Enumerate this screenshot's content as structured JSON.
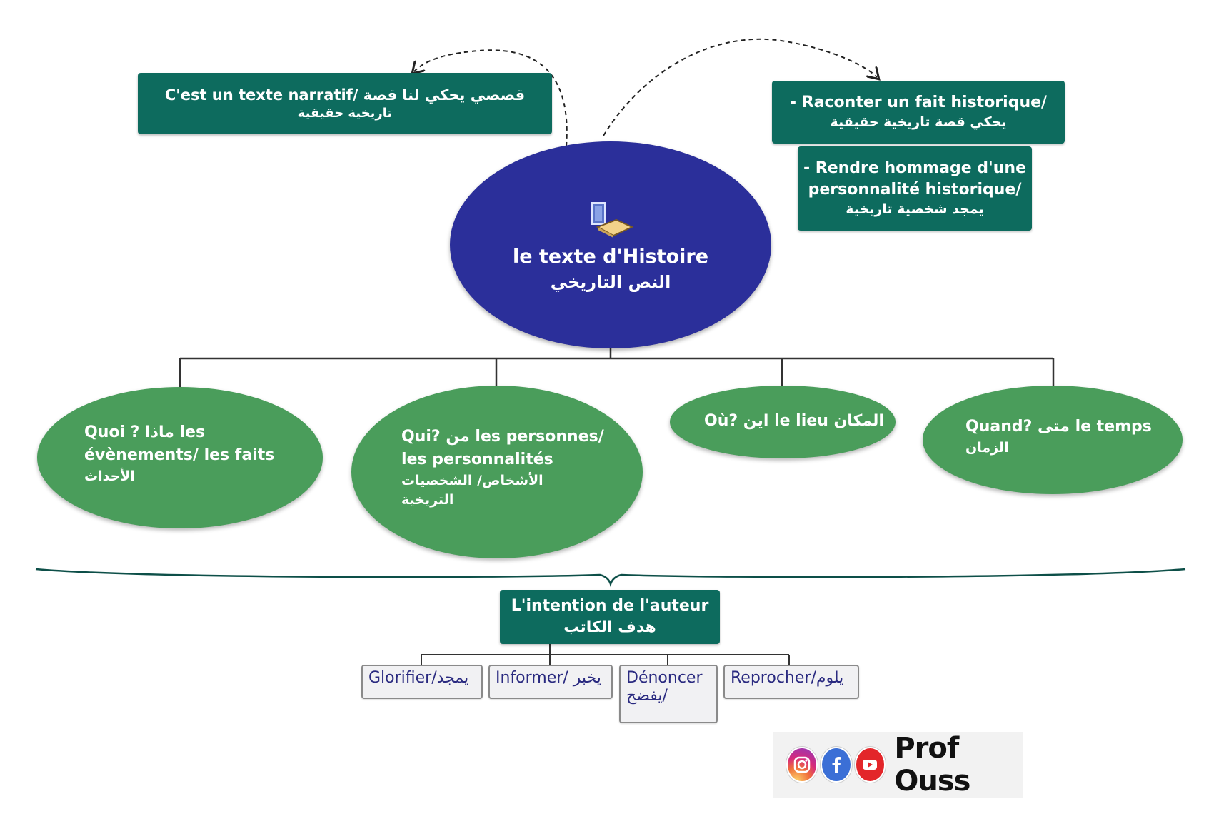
{
  "center": {
    "title": "le texte d'Histoire",
    "title_ar": "النص التاريخي"
  },
  "definition": {
    "line1": "C'est un texte narratif/  قصصي يحكي لنا قصة",
    "line2": "تاريخية حقيقية"
  },
  "goals": [
    {
      "lines": [
        "- Raconter un fait historique/",
        "يحكي قصة تاريخية حقيقية"
      ]
    },
    {
      "lines": [
        "- Rendre hommage d'une",
        "personnalité historique/",
        "يمجد شخصية تاريخية"
      ]
    }
  ],
  "questions": {
    "quoi": [
      "Quoi ? ماذا les",
      "évènements/ les faits",
      "الأحداث"
    ],
    "qui": [
      "Qui? من les personnes/",
      "les personnalités",
      "الأشخاص/ الشخصيات",
      "التريخية"
    ],
    "ou": [
      "Où?  اين le lieu المكان"
    ],
    "quand": [
      "Quand? متى le temps",
      "الزمان"
    ]
  },
  "intention": {
    "title": "L'intention de l'auteur",
    "title_ar": "هدف الكاتب"
  },
  "intentions": [
    {
      "lines": [
        "Glorifier/يمجد"
      ]
    },
    {
      "lines": [
        "Informer/ يخبر"
      ]
    },
    {
      "lines": [
        "Dénoncer",
        "يفضح/"
      ]
    },
    {
      "lines": [
        "Reprocher/يلوم"
      ]
    }
  ],
  "brand": {
    "name": "Prof Ouss",
    "icons": [
      "instagram-icon",
      "facebook-icon",
      "youtube-icon"
    ]
  },
  "colors": {
    "teal": "#0d6b5e",
    "navy": "#2b2f9a",
    "green": "#4a9d5b",
    "intent_text": "#2a2a80"
  }
}
